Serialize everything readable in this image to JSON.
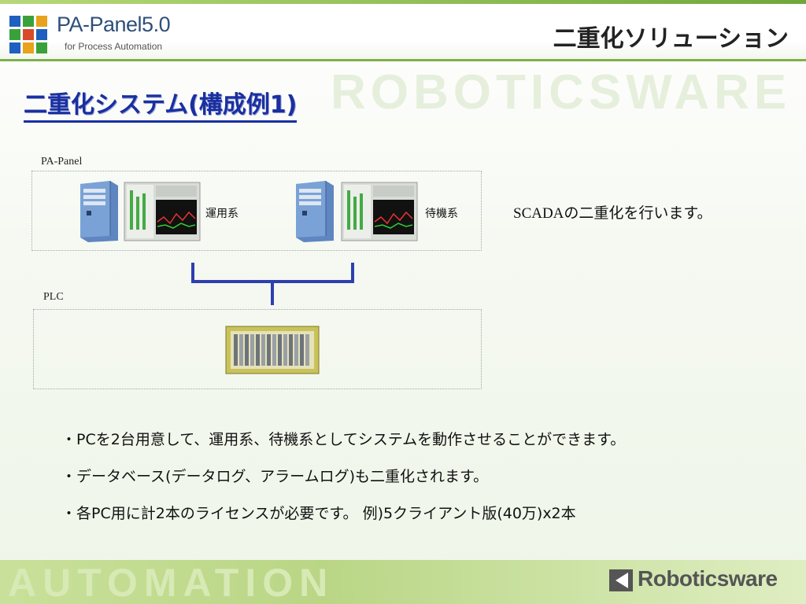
{
  "header": {
    "brand_title": "PA-Panel5.0",
    "brand_subtitle": "for Process Automation",
    "section_title": "二重化ソリューション",
    "logo_colors": [
      "#1f5fbf",
      "#3aa13a",
      "#e8a21b",
      "#3aa13a",
      "#d94a2a",
      "#1f5fbf",
      "#1f5fbf",
      "#e8a21b",
      "#3aa13a"
    ]
  },
  "watermark_text": "ROBOTICSWARE",
  "slide_title": "二重化システム(構成例1)",
  "diagram": {
    "pa_panel_group_label": "PA-Panel",
    "plc_group_label": "PLC",
    "primary_label": "運用系",
    "standby_label": "待機系",
    "line_color": "#2e3fb0"
  },
  "description": "SCADAの二重化を行います。",
  "bullets": [
    "・PCを2台用意して、運用系、待機系としてシステムを動作させることができます。",
    "・データベース(データログ、アラームログ)も二重化されます。",
    "・各PC用に計2本のライセンスが必要です。 例)5クライアント版(40万)x2本"
  ],
  "footer": {
    "watermark_text": "AUTOMATION",
    "company_name": "Roboticsware"
  }
}
